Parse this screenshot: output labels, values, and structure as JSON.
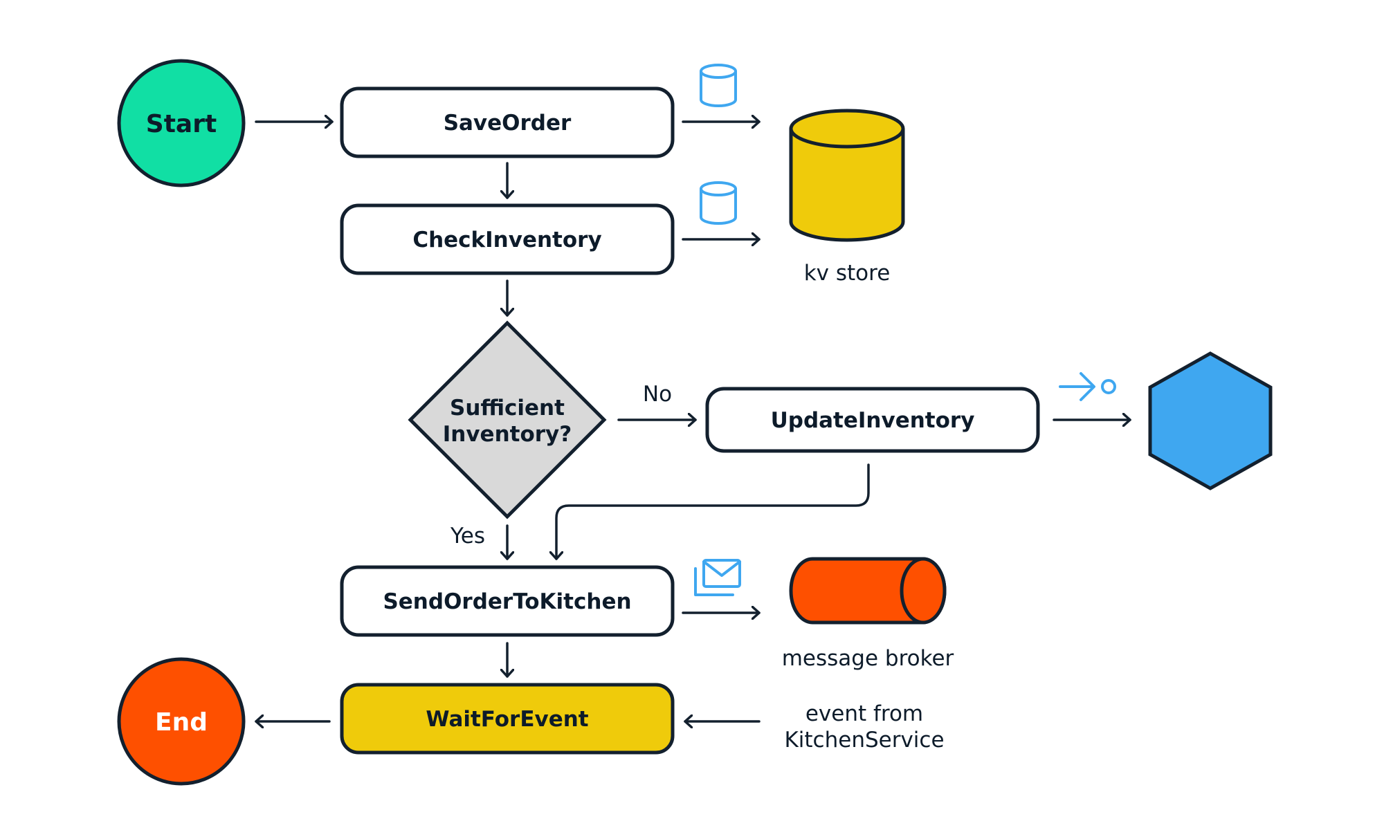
{
  "diagram": {
    "start": "Start",
    "end": "End",
    "steps": {
      "save_order": "SaveOrder",
      "check_inventory": "CheckInventory",
      "update_inventory": "UpdateInventory",
      "send_order": "SendOrderToKitchen",
      "wait_for_event": "WaitForEvent"
    },
    "decision": {
      "line1": "Sufficient",
      "line2": "Inventory?",
      "no_label": "No",
      "yes_label": "Yes"
    },
    "resources": {
      "kv_store": "kv store",
      "message_broker": "message broker",
      "event_line1": "event from",
      "event_line2": "KitchenService"
    },
    "colors": {
      "start": "#11dfa4",
      "end": "#fe5000",
      "kv_store": "#efcb0b",
      "wait_for_event": "#efcb0b",
      "decision": "#d9d9d9",
      "service": "#3fa7f0",
      "broker": "#fe5000",
      "icon": "#3fa7f0",
      "ink": "#13202e"
    },
    "icons": [
      "database-icon",
      "database-icon",
      "publish-icon",
      "envelope-icon"
    ]
  }
}
